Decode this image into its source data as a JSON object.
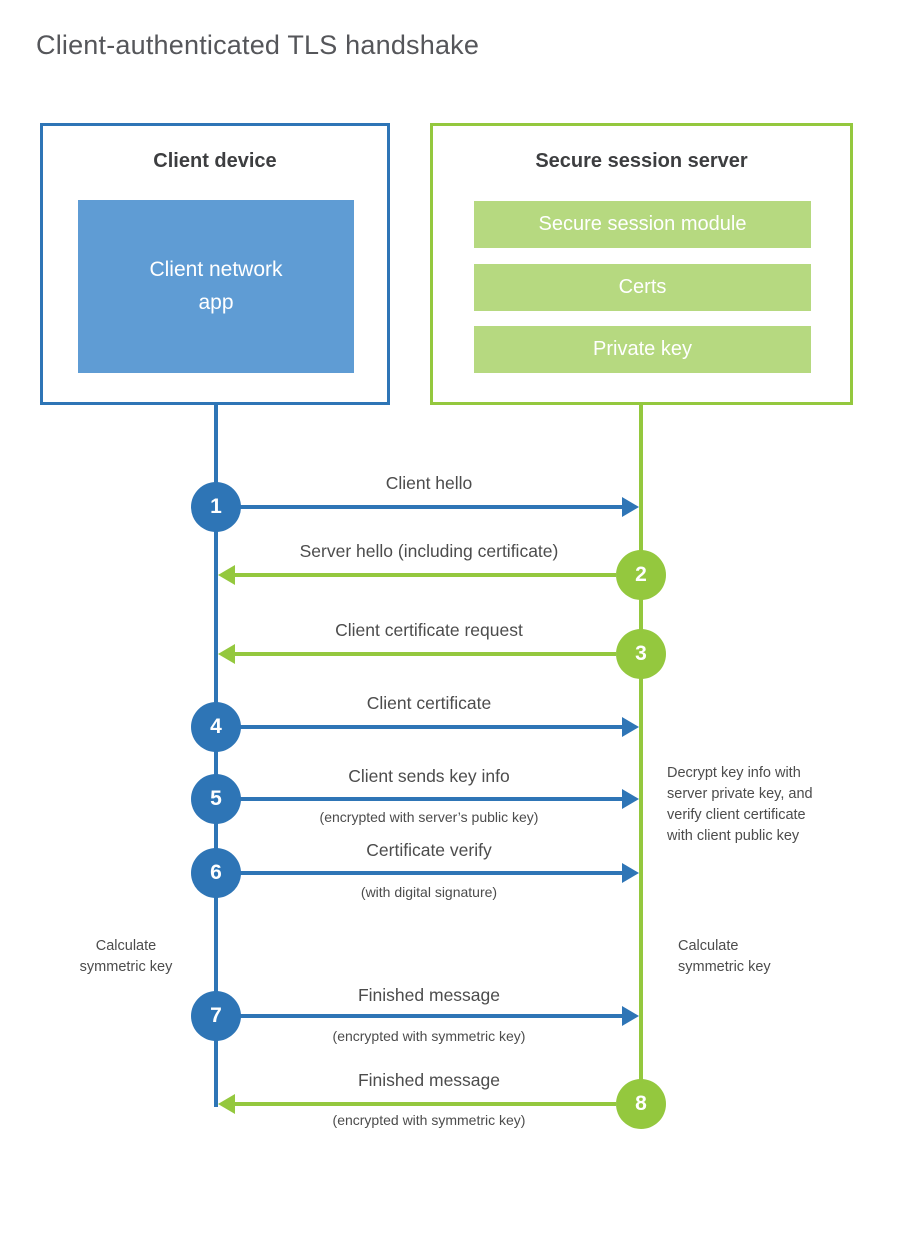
{
  "title": "Client-authenticated TLS handshake",
  "colors": {
    "blue": "#2e75b6",
    "blue_light": "#5f9cd4",
    "green": "#94c83e",
    "green_light": "#b6d980"
  },
  "client": {
    "title": "Client device",
    "app_label": "Client network\napp"
  },
  "server": {
    "title": "Secure session server",
    "modules": [
      "Secure session module",
      "Certs",
      "Private key"
    ]
  },
  "flows": [
    {
      "step": "1",
      "label": "Client hello",
      "direction": "right",
      "actor": "client"
    },
    {
      "step": "2",
      "label": "Server hello (including certificate)",
      "direction": "left",
      "actor": "server"
    },
    {
      "step": "3",
      "label": "Client certificate request",
      "direction": "left",
      "actor": "server"
    },
    {
      "step": "4",
      "label": "Client certificate",
      "direction": "right",
      "actor": "client"
    },
    {
      "step": "5",
      "label": "Client sends key info",
      "sublabel": "(encrypted with server’s public key)",
      "direction": "right",
      "actor": "client"
    },
    {
      "step": "6",
      "label": "Certificate verify",
      "sublabel": "(with digital signature)",
      "direction": "right",
      "actor": "client"
    },
    {
      "step": "7",
      "label": "Finished message",
      "sublabel": "(encrypted with symmetric key)",
      "direction": "right",
      "actor": "client"
    },
    {
      "step": "8",
      "label": "Finished message",
      "sublabel": "(encrypted with symmetric key)",
      "direction": "left",
      "actor": "server"
    }
  ],
  "notes": {
    "decrypt_note": "Decrypt key info with\nserver private key, and\nverify client certificate\nwith client public key",
    "calc_left": "Calculate\nsymmetric key",
    "calc_right": "Calculate\nsymmetric key"
  }
}
